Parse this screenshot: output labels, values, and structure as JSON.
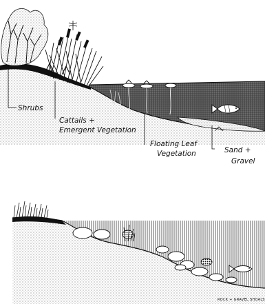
{
  "top_diagram": {
    "labels": {
      "shrubs": "Shrubs",
      "cattails_line1": "Cattails +",
      "cattails_line2": "Emergent Vegetation",
      "floating_line1": "Floating Leaf",
      "floating_line2": "Vegetation",
      "sand_line1": "Sand +",
      "sand_line2": "Gravel"
    }
  },
  "bottom_diagram": {
    "labels": {
      "shoals": "ROCK + GRAVEL SHOALS"
    }
  },
  "icons": [
    "tree-icon",
    "cattail-icon",
    "lily-pad-icon",
    "fish-icon",
    "dragonfly-icon",
    "rock-icon"
  ],
  "colors": {
    "ink": "#111111",
    "paper": "#ffffff",
    "water_fill": "#444444",
    "sand_fill": "#eeeeee"
  }
}
